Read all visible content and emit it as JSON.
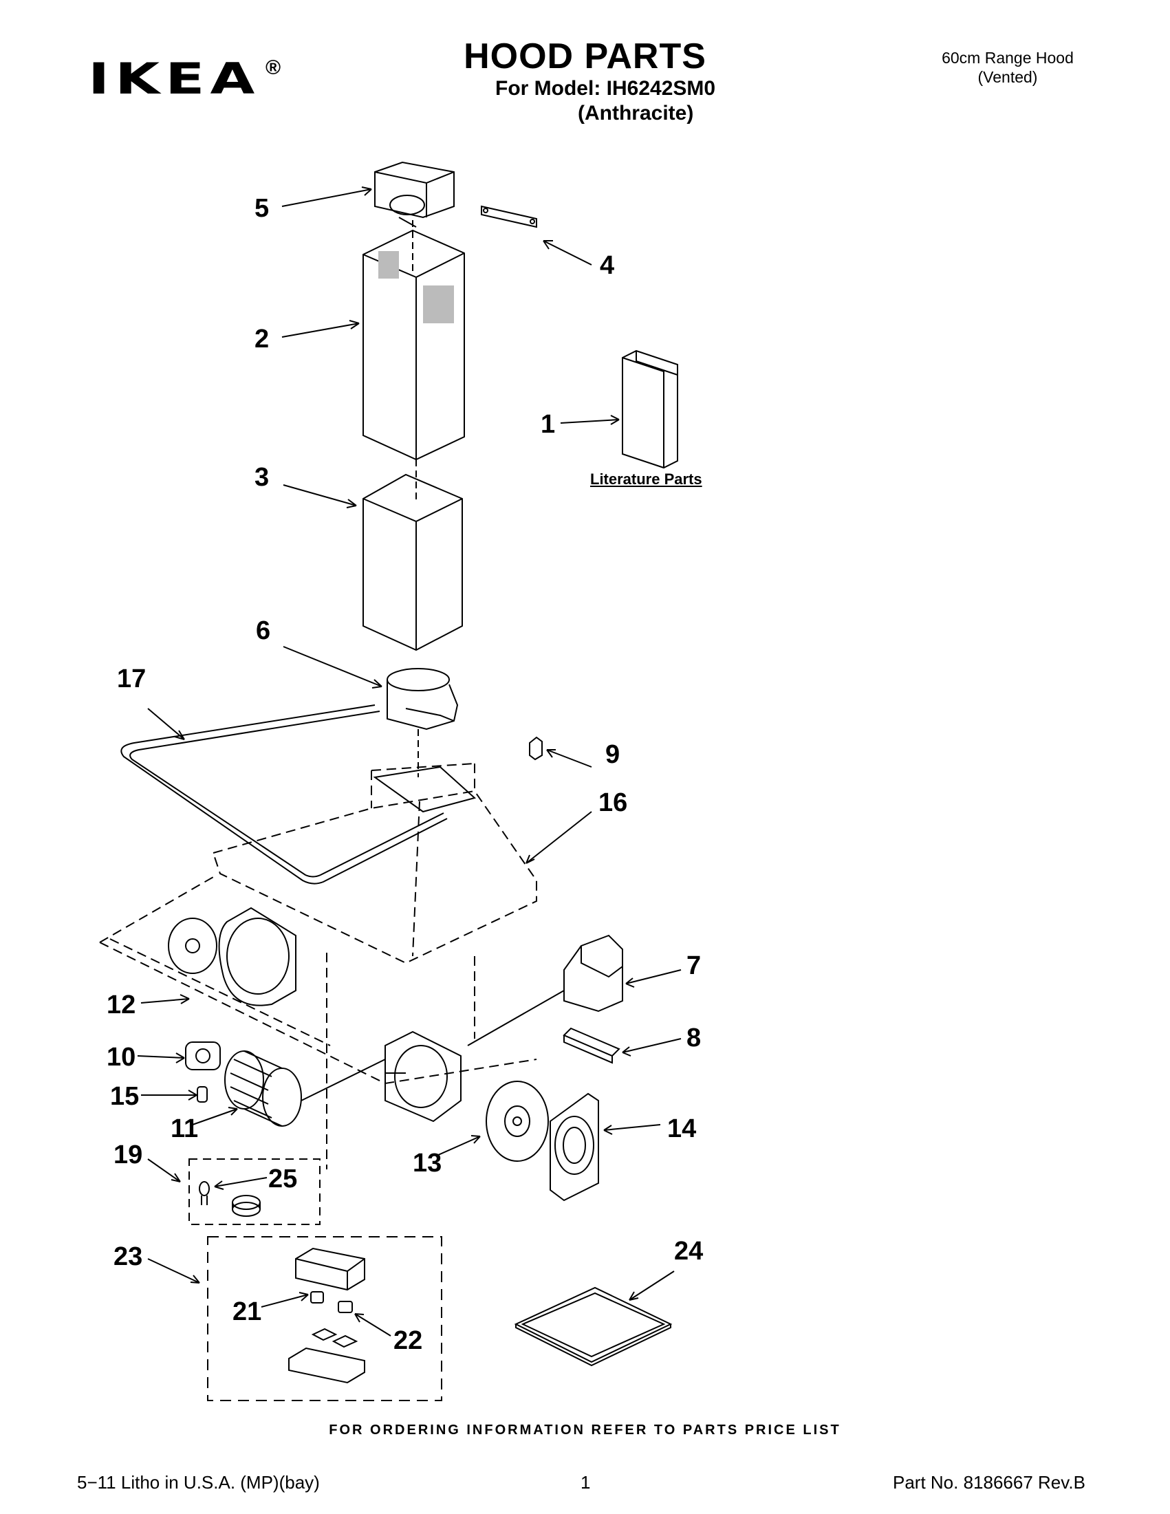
{
  "header": {
    "logo_text": "IKEA",
    "logo_mark": "®",
    "title": "HOOD PARTS",
    "model_line": "For Model: IH6242SM0",
    "color_line": "(Anthracite)",
    "product_line1": "60cm Range Hood",
    "product_line2": "(Vented)"
  },
  "diagram": {
    "literature_label": "Literature Parts",
    "callouts": [
      "1",
      "2",
      "3",
      "4",
      "5",
      "6",
      "7",
      "8",
      "9",
      "10",
      "11",
      "12",
      "13",
      "14",
      "15",
      "16",
      "17",
      "19",
      "21",
      "22",
      "23",
      "24",
      "25"
    ]
  },
  "footer": {
    "ordering_note": "FOR ORDERING INFORMATION REFER TO PARTS PRICE LIST",
    "litho": "5−11 Litho in U.S.A. (MP)(bay)",
    "page_number": "1",
    "part_number": "Part No. 8186667 Rev.B"
  }
}
